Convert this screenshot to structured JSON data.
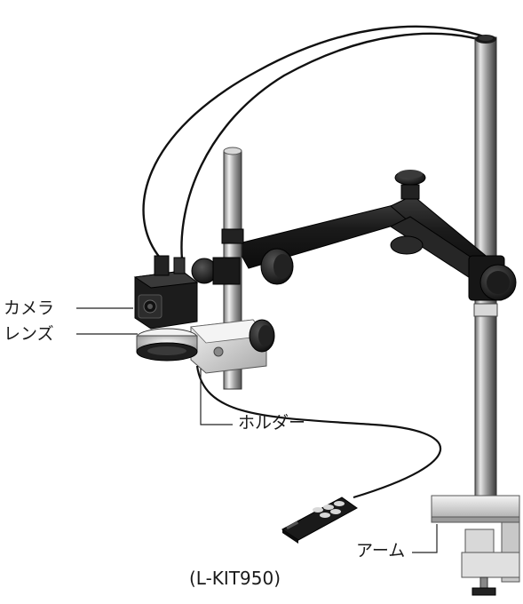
{
  "labels": {
    "camera": "カメラ",
    "lens": "レンズ",
    "holder": "ホルダー",
    "arm": "アーム"
  },
  "model": "(L-KIT950)",
  "colors": {
    "metal_light": "#e8e8e8",
    "metal_mid": "#a8a8a8",
    "metal_dark": "#4a4a4a",
    "black_part": "#1c1c1c",
    "cable": "#111111",
    "leader_line": "#222222"
  }
}
